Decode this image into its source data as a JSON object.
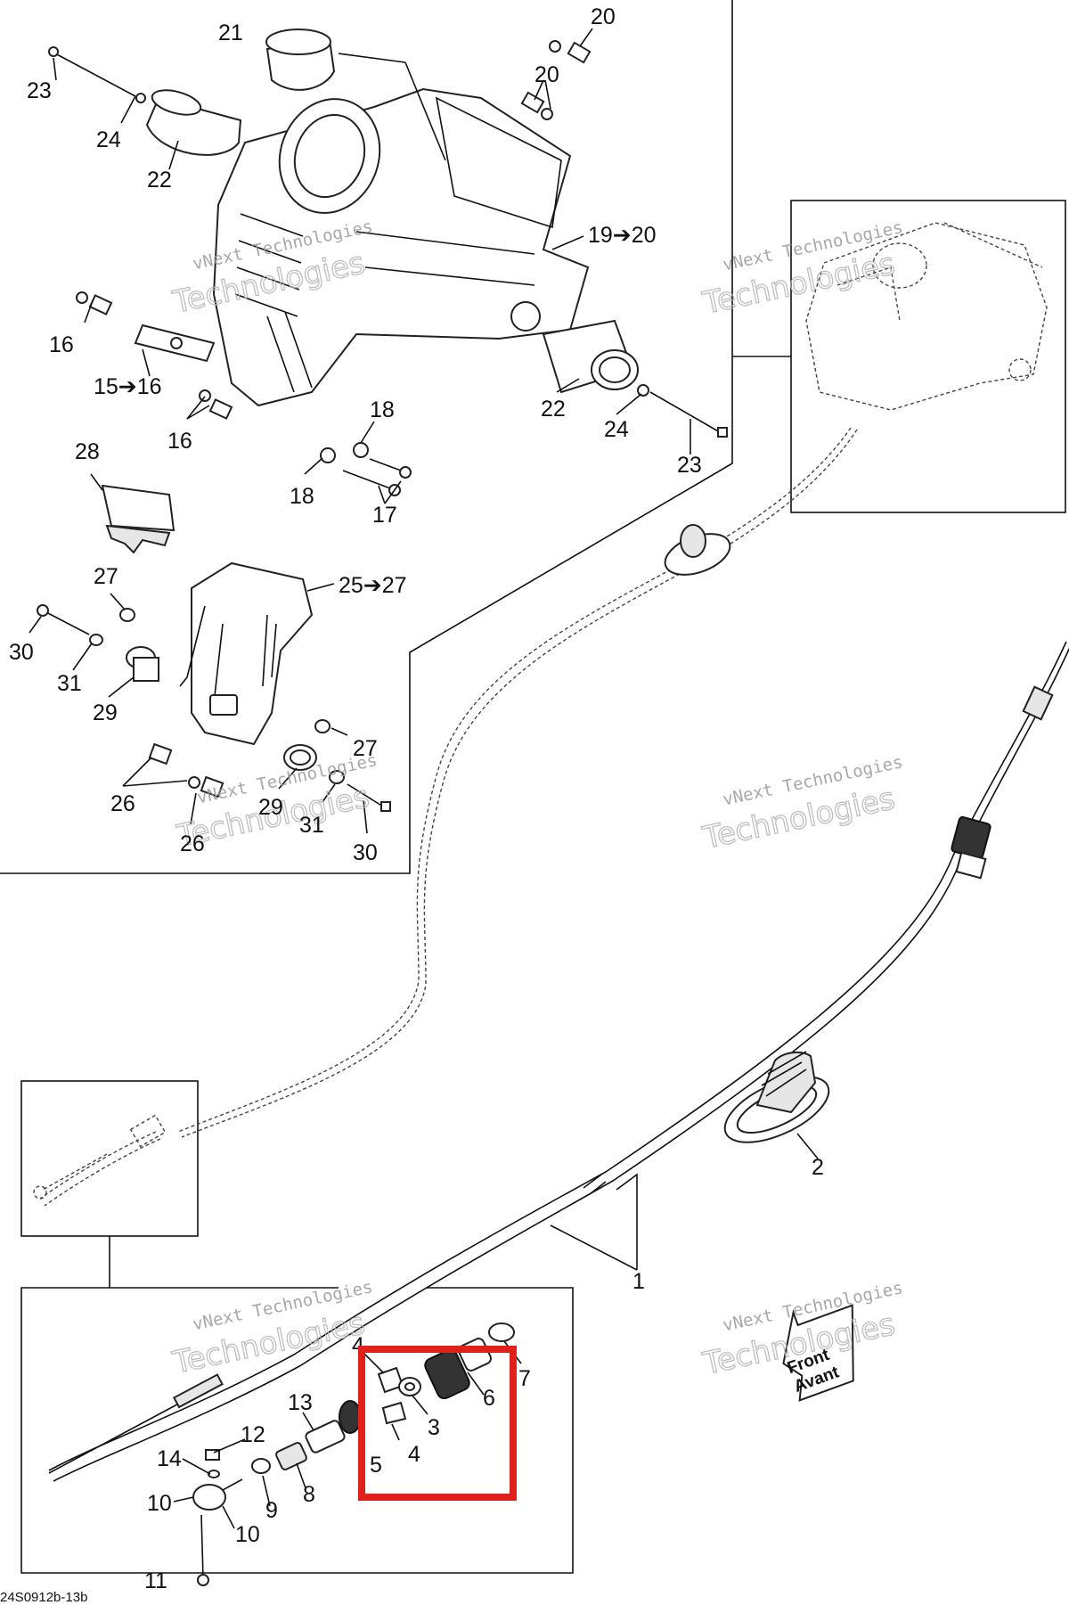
{
  "callouts": {
    "c23a": "23",
    "c24a": "24",
    "c22a": "22",
    "c21": "21",
    "c20a": "20",
    "c20b": "20",
    "c19_20": "19➔20",
    "c16a": "16",
    "c15_16": "15➔16",
    "c16b": "16",
    "c22b": "22",
    "c24b": "24",
    "c23b": "23",
    "c18a": "18",
    "c18b": "18",
    "c17": "17",
    "c28": "28",
    "c25_27": "25➔27",
    "c27a": "27",
    "c30a": "30",
    "c31a": "31",
    "c29a": "29",
    "c27b": "27",
    "c26a": "26",
    "c29b": "29",
    "c31b": "31",
    "c26b": "26",
    "c30b": "30",
    "c2": "2",
    "c1": "1",
    "c4a": "4",
    "c13": "13",
    "c12": "12",
    "c14": "14",
    "c10a": "10",
    "c10b": "10",
    "c11": "11",
    "c9": "9",
    "c8": "8",
    "c5": "5",
    "c3": "3",
    "c4b": "4",
    "c6": "6",
    "c7": "7"
  },
  "watermark": {
    "line1": "vNext Technologies",
    "line2": "Technologies"
  },
  "front_label": {
    "line1": "Front",
    "line2": "Avant"
  },
  "figure_code": "24S0912b-13b",
  "colors": {
    "highlight": "#e0201b",
    "ink": "#111111"
  }
}
